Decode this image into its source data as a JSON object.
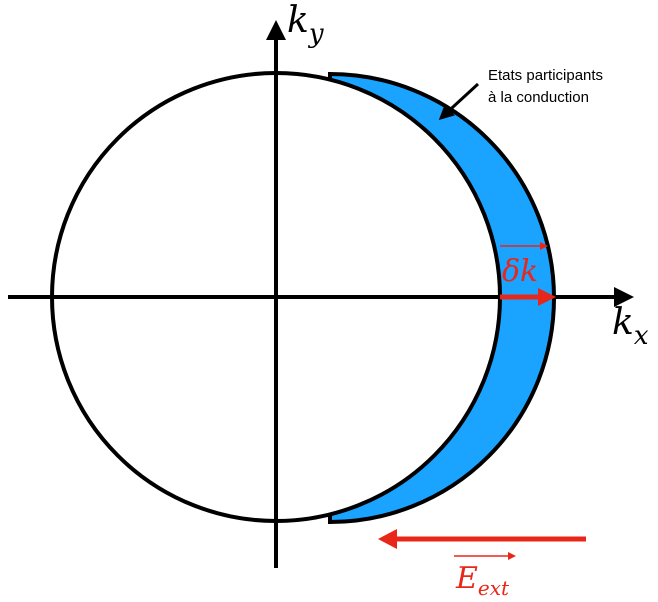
{
  "axes": {
    "x_label_base": "k",
    "x_label_sub": "x",
    "y_label_base": "k",
    "y_label_sub": "y"
  },
  "annotation": {
    "line1": "Etats participants",
    "line2": "à la conduction"
  },
  "shift_vector": {
    "label_base": "δk"
  },
  "field_vector": {
    "label_base": "E",
    "label_sub": "ext"
  },
  "colors": {
    "shift_region": "#1aa3ff",
    "vector_red": "#e8271a",
    "outline": "#000000"
  }
}
